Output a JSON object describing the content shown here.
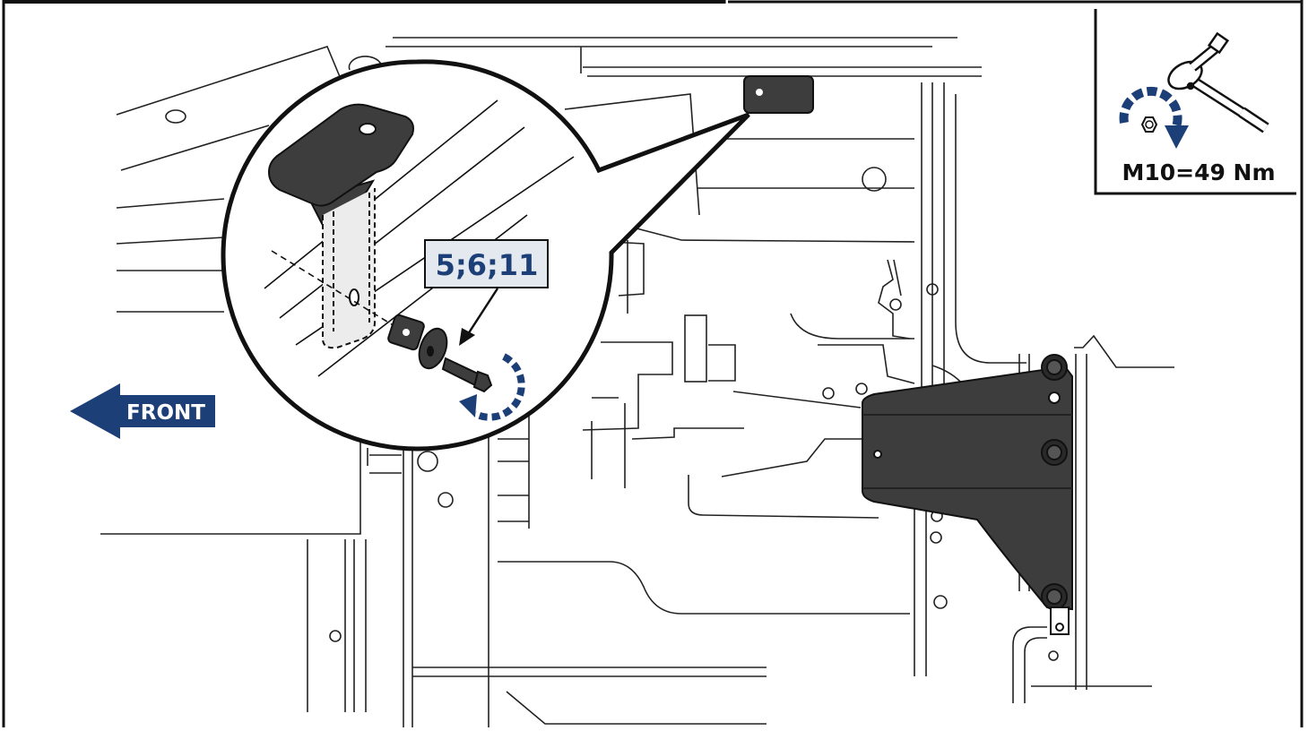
{
  "torque_spec": {
    "label": "M10=49 Nm"
  },
  "callout": {
    "label": "5;6;11"
  },
  "direction": {
    "label": "FRONT"
  },
  "icons": [
    "ratchet-wrench-icon",
    "clockwise-rotation-icon",
    "hex-nut-icon",
    "front-direction-arrow-icon"
  ],
  "colors": {
    "accent_blue": "#1d3f78",
    "part_dark": "#3d3d3d",
    "label_box": "#e4e8ef",
    "line": "#111111"
  }
}
